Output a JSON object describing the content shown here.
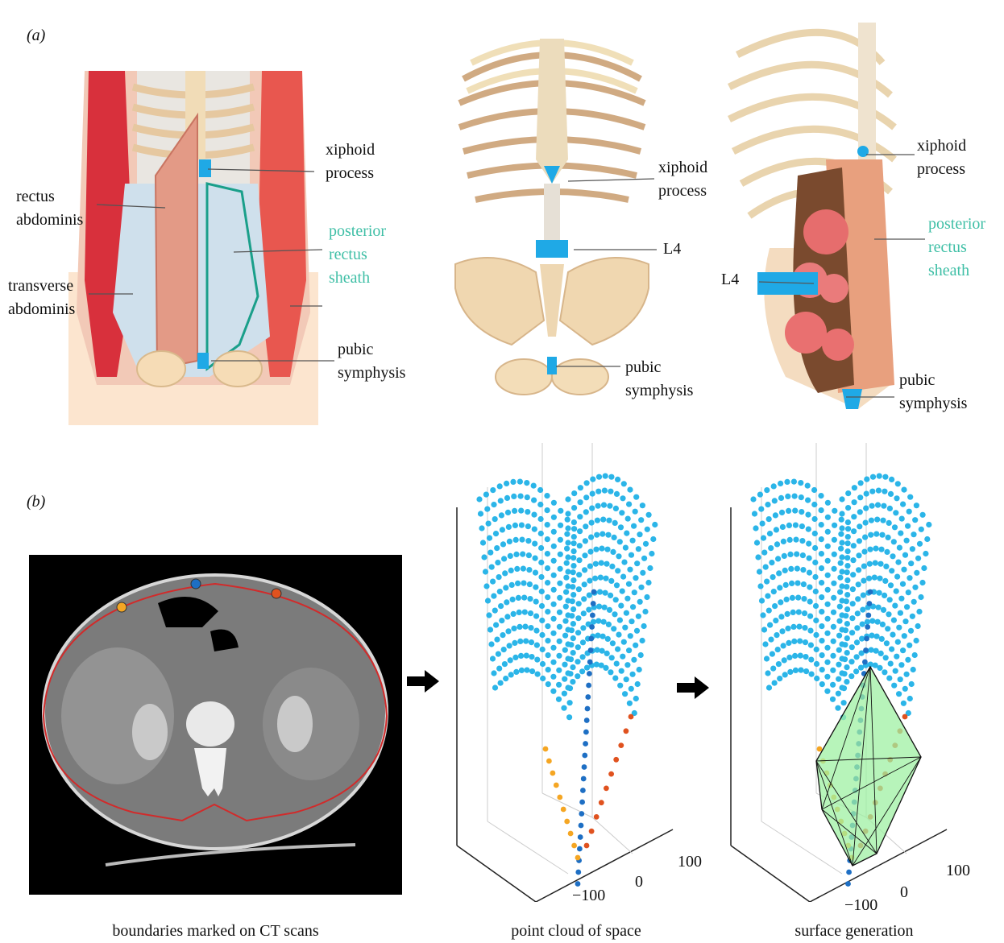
{
  "panel_a": {
    "tag": "(a)",
    "left": {
      "xiphoid": "xiphoid\nprocess",
      "rectus": "rectus\nabdominis",
      "posterior": "posterior\nrectus\nsheath",
      "transverse": "transverse\nabdominis",
      "pubic": "pubic\nsymphysis"
    },
    "middle": {
      "xiphoid": "xiphoid\nprocess",
      "l4": "L4",
      "pubic": "pubic\nsymphysis"
    },
    "right": {
      "xiphoid": "xiphoid\nprocess",
      "posterior": "posterior\nrectus\nsheath",
      "l4": "L4",
      "pubic": "pubic\nsymphysis"
    }
  },
  "panel_b": {
    "tag": "(b)",
    "captions": {
      "ct": "boundaries marked on CT scans",
      "cloud": "point cloud of space",
      "surface": "surface generation"
    },
    "axes_cloud": {
      "tick_100": "100",
      "tick_0": "0",
      "tick_m100": "−100"
    },
    "axes_surface": {
      "tick_100": "100",
      "tick_0": "0",
      "tick_m100": "−100"
    }
  },
  "colors": {
    "highlight_blue": "#1fa9e6",
    "teal_label": "#3fbfa6",
    "muscle": "#e0735f",
    "bone": "#f1dbb3",
    "point_blue": "#2bb5e8",
    "point_dark_blue": "#1e6fc4",
    "point_orange": "#f5a623",
    "point_red": "#e0521f",
    "mesh_green": "#9ff0a3"
  }
}
